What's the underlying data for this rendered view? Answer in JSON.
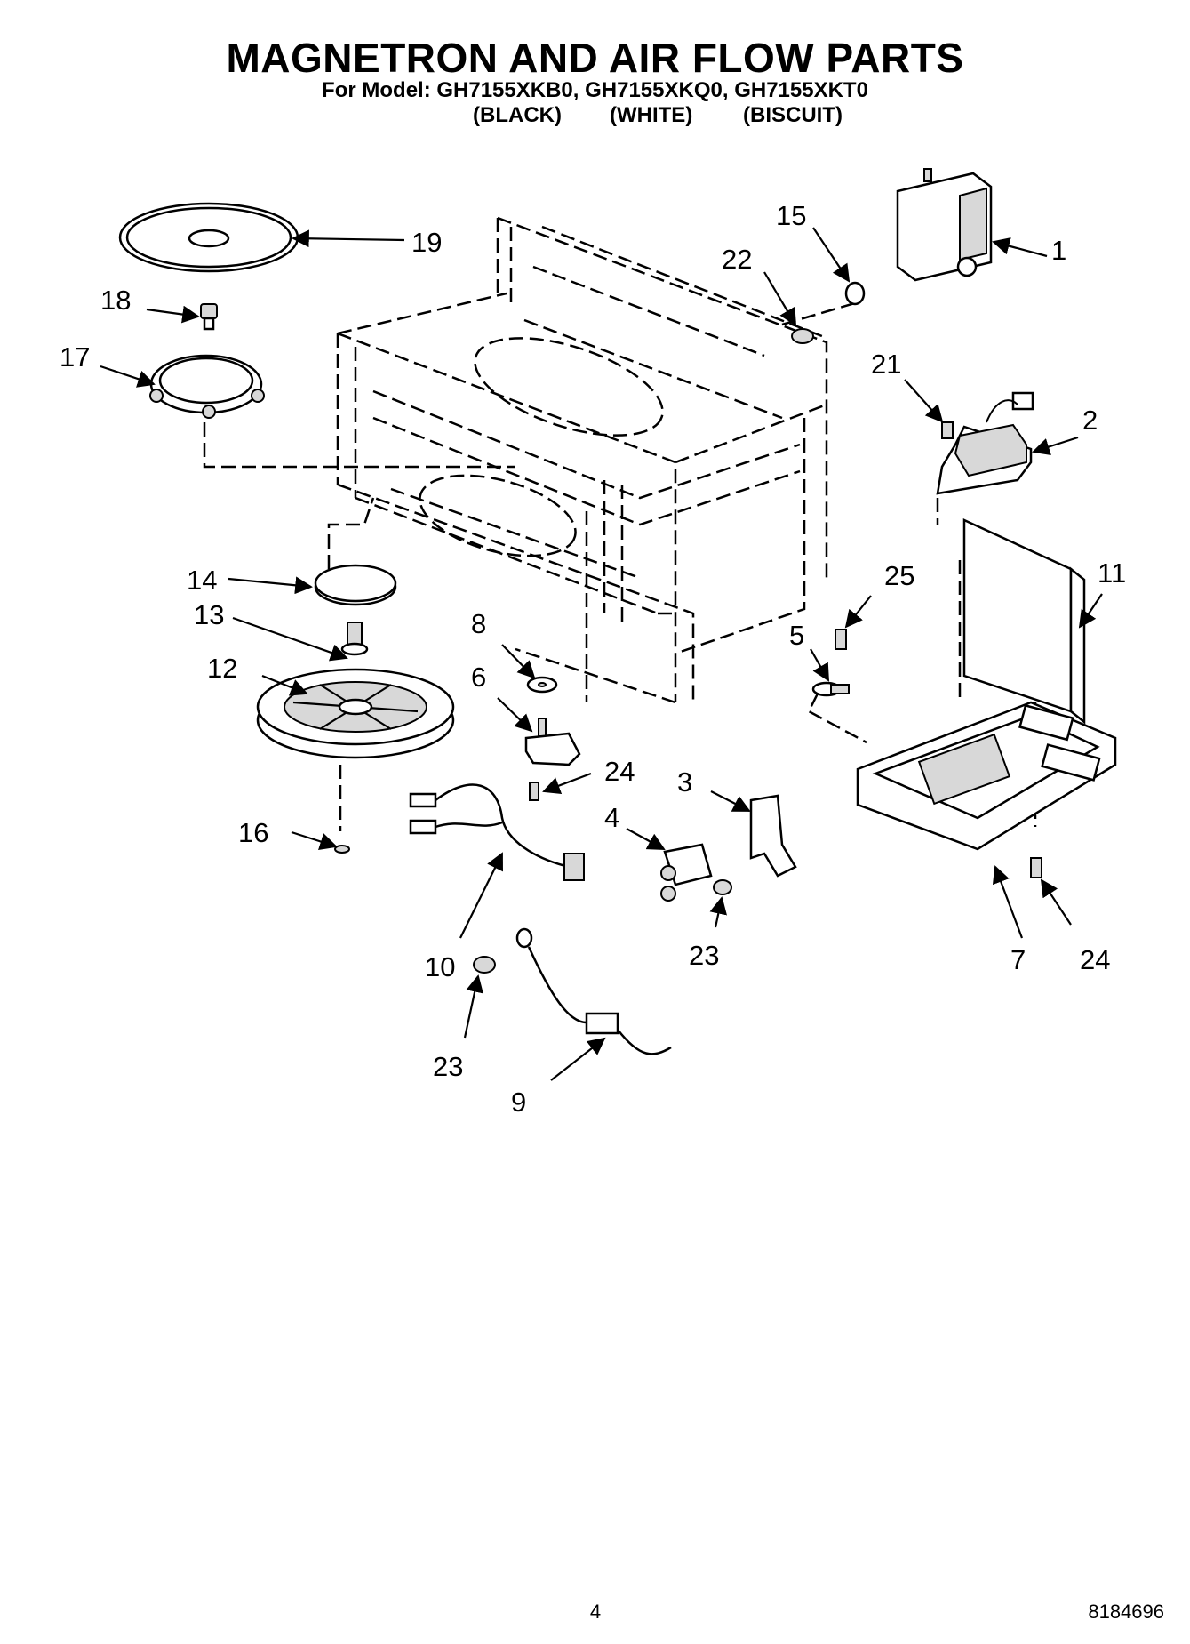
{
  "header": {
    "title": "MAGNETRON AND AIR FLOW PARTS",
    "model_line": "For Model: GH7155XKB0, GH7155XKQ0, GH7155XKT0",
    "colors": [
      "(BLACK)",
      "(WHITE)",
      "(BISCUIT)"
    ]
  },
  "callouts": [
    "1",
    "2",
    "3",
    "4",
    "5",
    "6",
    "7",
    "8",
    "9",
    "10",
    "11",
    "12",
    "13",
    "14",
    "15",
    "16",
    "17",
    "18",
    "19",
    "21",
    "22",
    "23",
    "23",
    "24",
    "24",
    "25"
  ],
  "footer": {
    "page_number": "4",
    "document_number": "8184696"
  }
}
